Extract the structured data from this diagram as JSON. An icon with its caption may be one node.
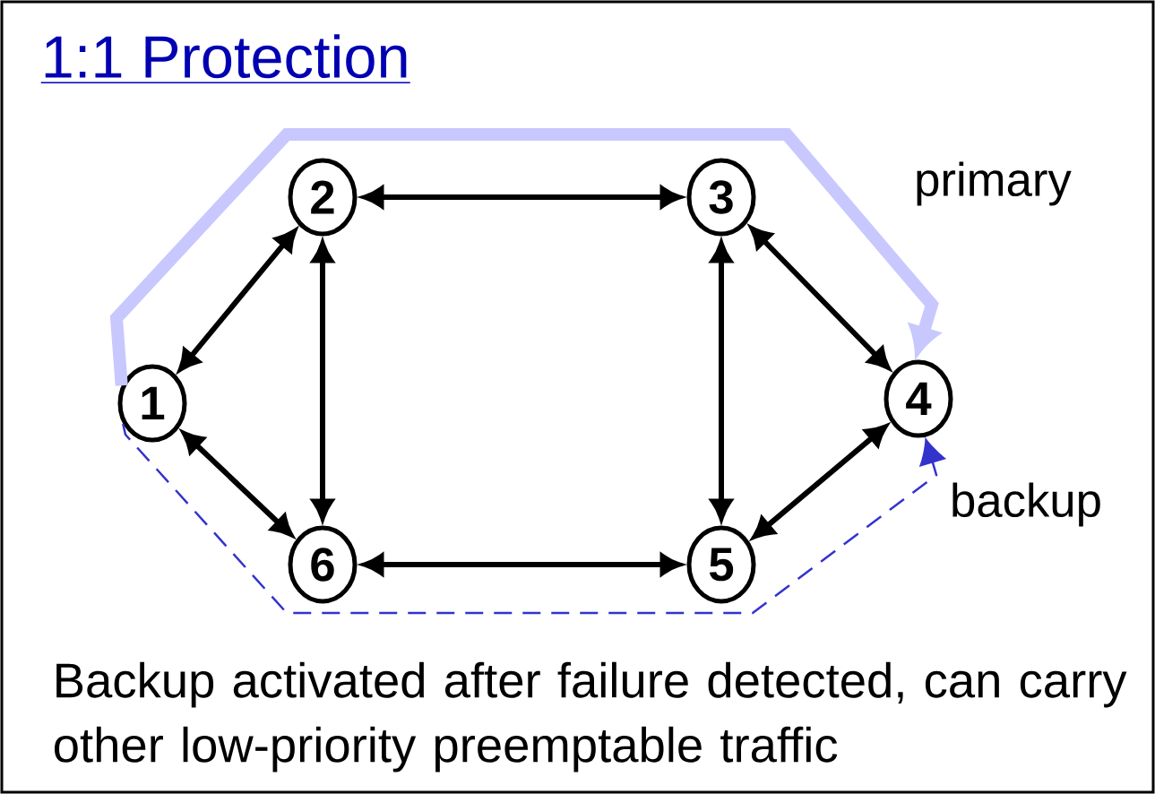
{
  "diagram": {
    "title": "1:1 Protection",
    "caption": "Backup activated after failure detected, can carry other low-priority preemptable traffic",
    "nodes": [
      {
        "text": [
          "1"
        ]
      },
      {
        "text": [
          "2"
        ]
      },
      {
        "text": [
          "3"
        ]
      },
      {
        "text": [
          "4"
        ]
      },
      {
        "text": [
          "5"
        ]
      },
      {
        "text": [
          "6"
        ]
      }
    ],
    "edges": [
      {
        "from": 0,
        "to": 1,
        "arrow": "both"
      },
      {
        "from": 1,
        "to": 2,
        "arrow": "both"
      },
      {
        "from": 2,
        "to": 3,
        "arrow": "both"
      },
      {
        "from": 1,
        "to": 5,
        "arrow": "both"
      },
      {
        "from": 2,
        "to": 4,
        "arrow": "both"
      },
      {
        "from": 0,
        "to": 5,
        "arrow": "both"
      },
      {
        "from": 5,
        "to": 4,
        "arrow": "both"
      },
      {
        "from": 3,
        "to": 4,
        "arrow": "both"
      },
      {
        "from": 0,
        "to": 3,
        "arrow": "to",
        "label": "primary",
        "style": "thick",
        "color": "#c8c8ff"
      },
      {
        "from": 0,
        "to": 3,
        "arrow": "to",
        "label": "backup",
        "style": "dashed",
        "color": "#3333cc"
      }
    ]
  }
}
